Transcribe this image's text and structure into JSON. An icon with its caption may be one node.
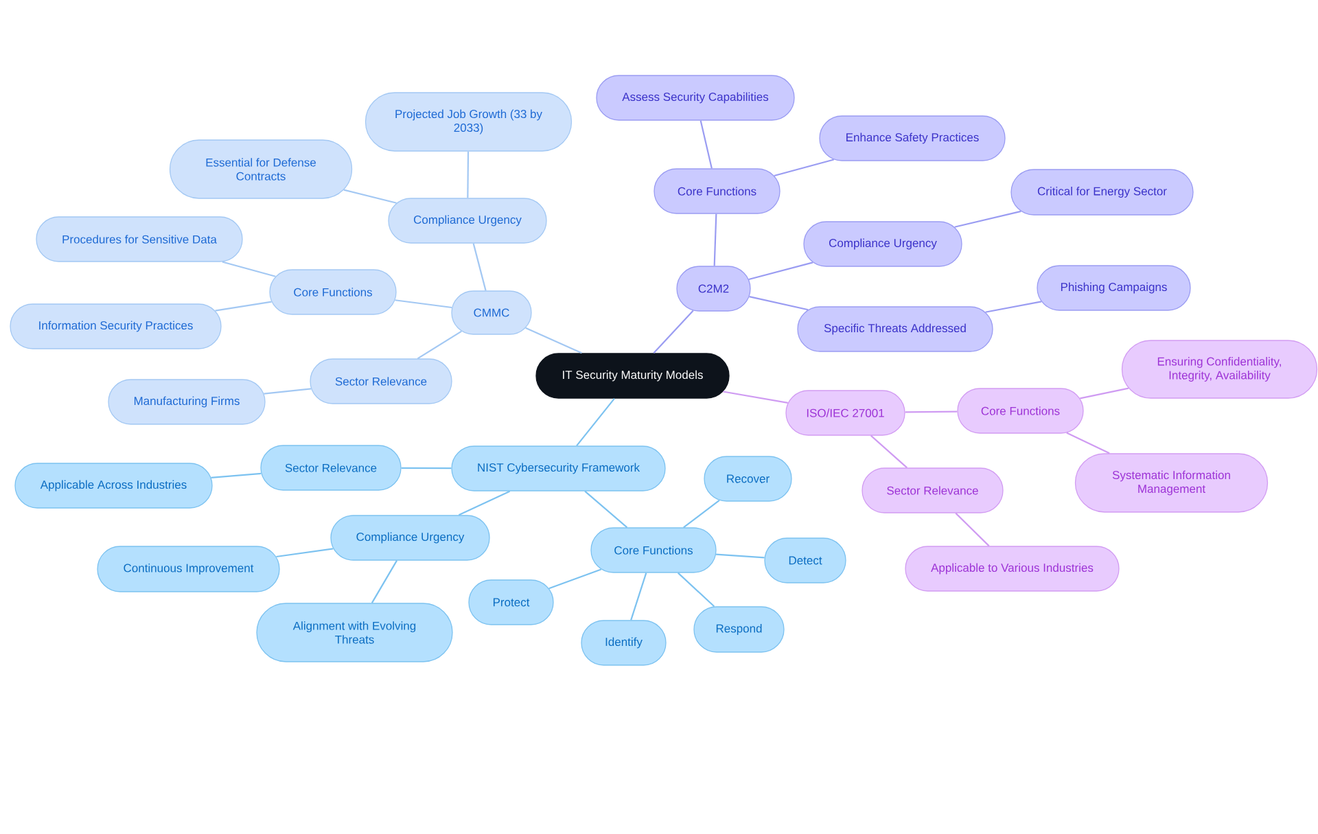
{
  "diagram": {
    "nodes": [
      {
        "text": [
          "IT Security Maturity Models"
        ]
      },
      {
        "text": [
          "CMMC"
        ]
      },
      {
        "text": [
          "Compliance Urgency"
        ]
      },
      {
        "text": [
          "Projected Job Growth (33 by 2033)"
        ]
      },
      {
        "text": [
          "Essential for Defense Contracts"
        ]
      },
      {
        "text": [
          "Core Functions"
        ]
      },
      {
        "text": [
          "Procedures for Sensitive Data"
        ]
      },
      {
        "text": [
          "Information Security Practices"
        ]
      },
      {
        "text": [
          "Sector Relevance"
        ]
      },
      {
        "text": [
          "Manufacturing Firms"
        ]
      },
      {
        "text": [
          "C2M2"
        ]
      },
      {
        "text": [
          "Core Functions"
        ]
      },
      {
        "text": [
          "Assess Security Capabilities"
        ]
      },
      {
        "text": [
          "Enhance Safety Practices"
        ]
      },
      {
        "text": [
          "Compliance Urgency"
        ]
      },
      {
        "text": [
          "Critical for Energy Sector"
        ]
      },
      {
        "text": [
          "Specific Threats Addressed"
        ]
      },
      {
        "text": [
          "Phishing Campaigns"
        ]
      },
      {
        "text": [
          "ISO/IEC 27001"
        ]
      },
      {
        "text": [
          "Core Functions"
        ]
      },
      {
        "text": [
          "Ensuring Confidentiality, Integrity, Availability"
        ]
      },
      {
        "text": [
          "Systematic Information Management"
        ]
      },
      {
        "text": [
          "Sector Relevance"
        ]
      },
      {
        "text": [
          "Applicable to Various Industries"
        ]
      },
      {
        "text": [
          "NIST Cybersecurity Framework"
        ]
      },
      {
        "text": [
          "Sector Relevance"
        ]
      },
      {
        "text": [
          "Applicable Across Industries"
        ]
      },
      {
        "text": [
          "Compliance Urgency"
        ]
      },
      {
        "text": [
          "Continuous Improvement"
        ]
      },
      {
        "text": [
          "Alignment with Evolving Threats"
        ]
      },
      {
        "text": [
          "Core Functions"
        ]
      },
      {
        "text": [
          "Recover"
        ]
      },
      {
        "text": [
          "Detect"
        ]
      },
      {
        "text": [
          "Respond"
        ]
      },
      {
        "text": [
          "Identify"
        ]
      },
      {
        "text": [
          "Protect"
        ]
      }
    ],
    "edges": [
      {
        "from": 0,
        "to": 1,
        "arrow": "none",
        "color": "#a3c8f3"
      },
      {
        "from": 1,
        "to": 2,
        "arrow": "none",
        "color": "#a3c8f3"
      },
      {
        "from": 2,
        "to": 3,
        "arrow": "none",
        "color": "#a3c8f3"
      },
      {
        "from": 2,
        "to": 4,
        "arrow": "none",
        "color": "#a3c8f3"
      },
      {
        "from": 1,
        "to": 5,
        "arrow": "none",
        "color": "#a3c8f3"
      },
      {
        "from": 5,
        "to": 6,
        "arrow": "none",
        "color": "#a3c8f3"
      },
      {
        "from": 5,
        "to": 7,
        "arrow": "none",
        "color": "#a3c8f3"
      },
      {
        "from": 1,
        "to": 8,
        "arrow": "none",
        "color": "#a3c8f3"
      },
      {
        "from": 8,
        "to": 9,
        "arrow": "none",
        "color": "#a3c8f3"
      },
      {
        "from": 0,
        "to": 10,
        "arrow": "none",
        "color": "#9a9cf2"
      },
      {
        "from": 10,
        "to": 11,
        "arrow": "none",
        "color": "#9a9cf2"
      },
      {
        "from": 11,
        "to": 12,
        "arrow": "none",
        "color": "#9a9cf2"
      },
      {
        "from": 11,
        "to": 13,
        "arrow": "none",
        "color": "#9a9cf2"
      },
      {
        "from": 10,
        "to": 14,
        "arrow": "none",
        "color": "#9a9cf2"
      },
      {
        "from": 14,
        "to": 15,
        "arrow": "none",
        "color": "#9a9cf2"
      },
      {
        "from": 10,
        "to": 16,
        "arrow": "none",
        "color": "#9a9cf2"
      },
      {
        "from": 16,
        "to": 17,
        "arrow": "none",
        "color": "#9a9cf2"
      },
      {
        "from": 0,
        "to": 18,
        "arrow": "none",
        "color": "#cf9bf2"
      },
      {
        "from": 18,
        "to": 19,
        "arrow": "none",
        "color": "#cf9bf2"
      },
      {
        "from": 19,
        "to": 20,
        "arrow": "none",
        "color": "#cf9bf2"
      },
      {
        "from": 19,
        "to": 21,
        "arrow": "none",
        "color": "#cf9bf2"
      },
      {
        "from": 18,
        "to": 22,
        "arrow": "none",
        "color": "#cf9bf2"
      },
      {
        "from": 22,
        "to": 23,
        "arrow": "none",
        "color": "#cf9bf2"
      },
      {
        "from": 0,
        "to": 24,
        "arrow": "none"
      },
      {
        "from": 24,
        "to": 25,
        "arrow": "none"
      },
      {
        "from": 25,
        "to": 26,
        "arrow": "none"
      },
      {
        "from": 24,
        "to": 27,
        "arrow": "none"
      },
      {
        "from": 27,
        "to": 28,
        "arrow": "none"
      },
      {
        "from": 27,
        "to": 29,
        "arrow": "none"
      },
      {
        "from": 24,
        "to": 30,
        "arrow": "none"
      },
      {
        "from": 30,
        "to": 31,
        "arrow": "none"
      },
      {
        "from": 30,
        "to": 32,
        "arrow": "none"
      },
      {
        "from": 30,
        "to": 33,
        "arrow": "none"
      },
      {
        "from": 30,
        "to": 34,
        "arrow": "none"
      },
      {
        "from": 30,
        "to": 35,
        "arrow": "none"
      }
    ]
  }
}
